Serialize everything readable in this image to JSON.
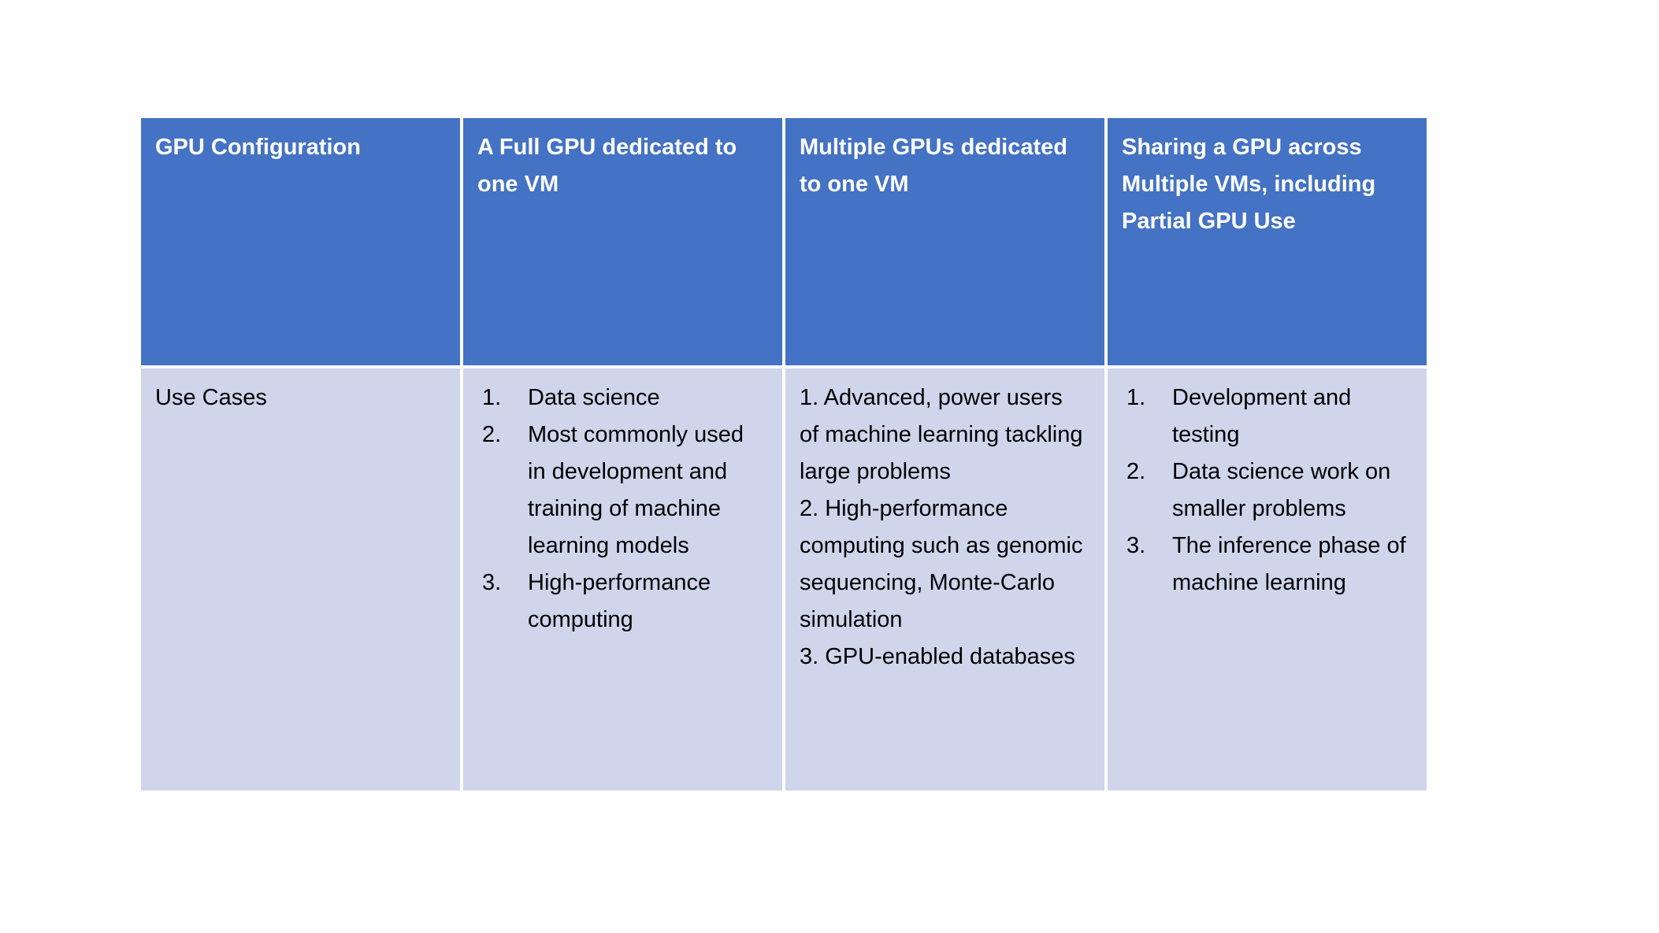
{
  "table": {
    "headers": [
      "GPU Configuration",
      "A Full GPU dedicated to one VM",
      "Multiple GPUs dedicated to one VM",
      "Sharing a GPU across Multiple VMs, including Partial GPU Use"
    ],
    "row_label": "Use Cases",
    "full_gpu_items": [
      "Data science",
      "Most commonly used in development and training of machine learning models",
      "High-performance computing"
    ],
    "multi_gpu_lines": [
      "1. Advanced, power users of machine learning tackling large problems",
      "2. High-performance computing such as genomic sequencing, Monte-Carlo simulation",
      "3. GPU-enabled databases"
    ],
    "shared_gpu_items": [
      "Development and testing",
      "Data science work on smaller problems",
      "The inference phase of machine learning"
    ]
  },
  "colors": {
    "header_bg": "#4472C4",
    "body_bg": "#CFD5EA",
    "header_text": "#FFFFFF",
    "body_text": "#000000"
  }
}
